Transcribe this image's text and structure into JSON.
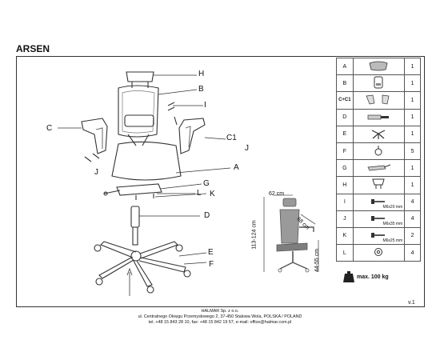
{
  "title": "ARSEN",
  "diagram_labels": {
    "H": "H",
    "B": "B",
    "I": "I",
    "C": "C",
    "C1": "C1",
    "J_right": "J",
    "A": "A",
    "J_left": "J",
    "G": "G",
    "L": "L",
    "K": "K",
    "D": "D",
    "E": "E",
    "F": "F"
  },
  "parts": [
    {
      "code": "A",
      "qty": "1",
      "icon": "seat-icon"
    },
    {
      "code": "B",
      "qty": "1",
      "icon": "backrest-icon"
    },
    {
      "code": "C+C1",
      "qty": "1",
      "icon": "armrest-icon"
    },
    {
      "code": "D",
      "qty": "1",
      "icon": "gas-lift-icon"
    },
    {
      "code": "E",
      "qty": "1",
      "icon": "star-base-icon"
    },
    {
      "code": "F",
      "qty": "5",
      "icon": "caster-icon"
    },
    {
      "code": "G",
      "qty": "1",
      "icon": "mechanism-icon"
    },
    {
      "code": "H",
      "qty": "1",
      "icon": "headrest-icon"
    },
    {
      "code": "I",
      "qty": "4",
      "icon": "bolt-icon",
      "bolt": "M6x20 mm"
    },
    {
      "code": "J",
      "qty": "4",
      "icon": "bolt-icon",
      "bolt": "M6x35 mm"
    },
    {
      "code": "K",
      "qty": "2",
      "icon": "bolt-icon",
      "bolt": "M6x25 mm"
    },
    {
      "code": "L",
      "qty": "4",
      "icon": "washer-icon"
    }
  ],
  "dimensions": {
    "width": "62 cm",
    "depth": "68 cm",
    "height": "113-124 cm",
    "seat_height": "44-55 cm"
  },
  "max_weight": "max. 100 kg",
  "version": "v.1",
  "footer": {
    "line1": "HALMAR Sp. z o.o.",
    "line2": "ul. Centralnego Okręgu Przemysłowego 2, 37-450 Stalowa Wola, POLSKA / POLAND",
    "line3": "tel. +48 15 843 28 10, fax: +48 15 842 19 57, e-mail: office@halmar.com.pl"
  }
}
